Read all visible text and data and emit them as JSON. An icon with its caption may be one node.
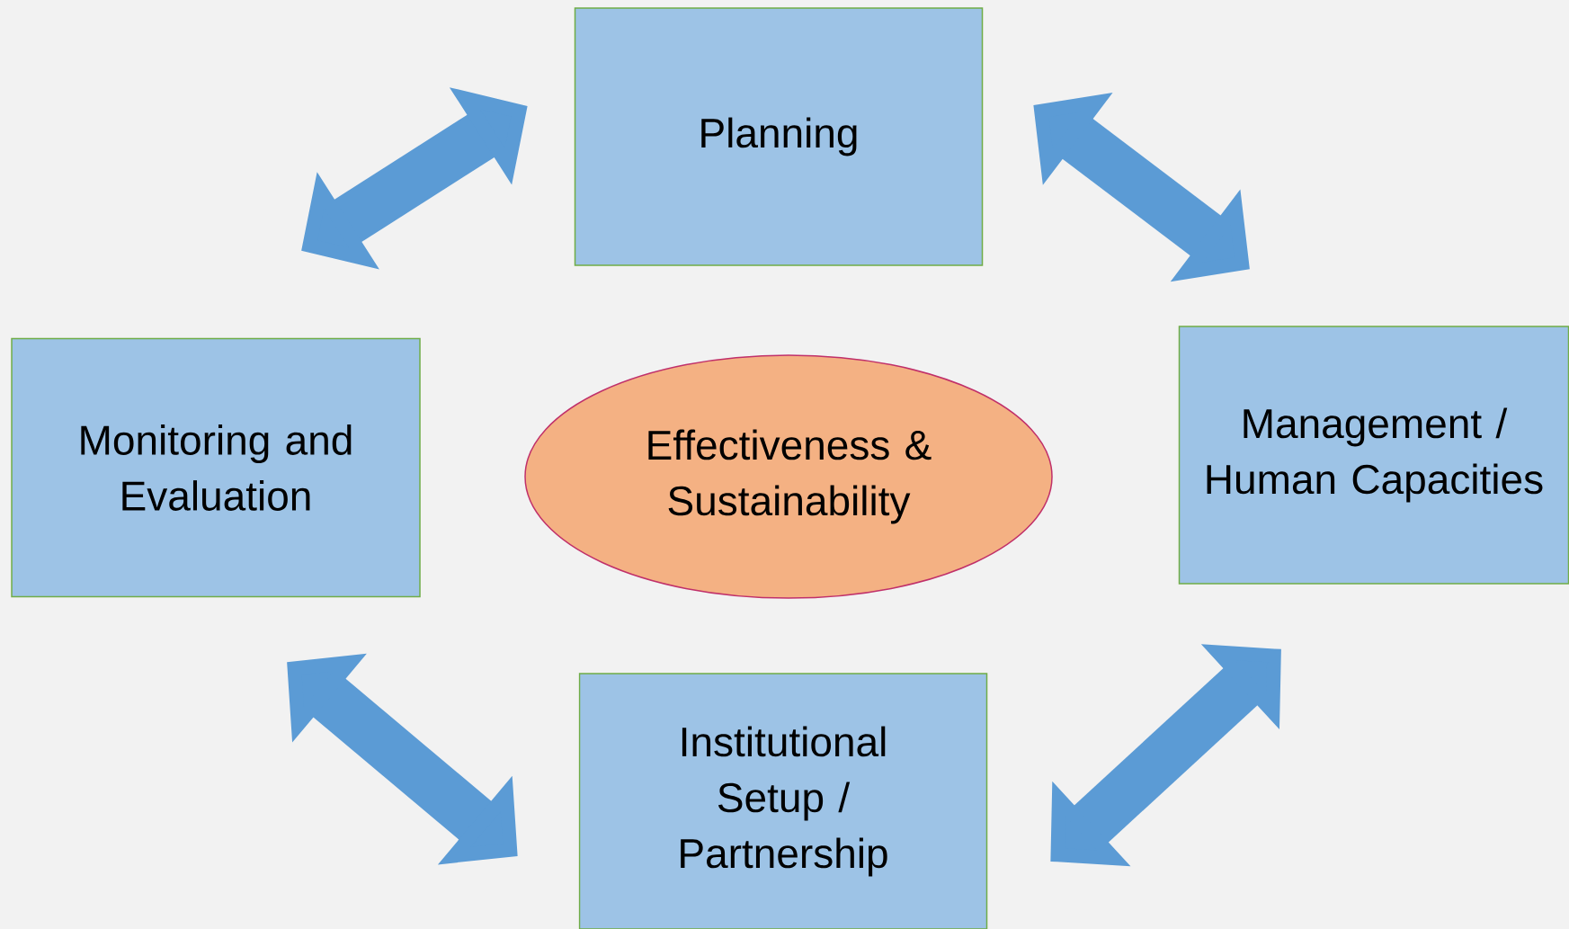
{
  "diagram": {
    "nodes": [
      {
        "text": [
          "Planning"
        ]
      },
      {
        "text": [
          "Management / Human Capacities"
        ]
      },
      {
        "text": [
          "Institutional Setup / Partnership"
        ]
      },
      {
        "text": [
          "Monitoring and Evaluation"
        ]
      },
      {
        "text": [
          "Effectiveness & Sustainability"
        ]
      }
    ],
    "edges": [
      {
        "from": 3,
        "to": 0,
        "arrow": "both"
      },
      {
        "from": 0,
        "to": 1,
        "arrow": "both"
      },
      {
        "from": 1,
        "to": 2,
        "arrow": "both"
      },
      {
        "from": 2,
        "to": 3,
        "arrow": "both"
      }
    ]
  }
}
